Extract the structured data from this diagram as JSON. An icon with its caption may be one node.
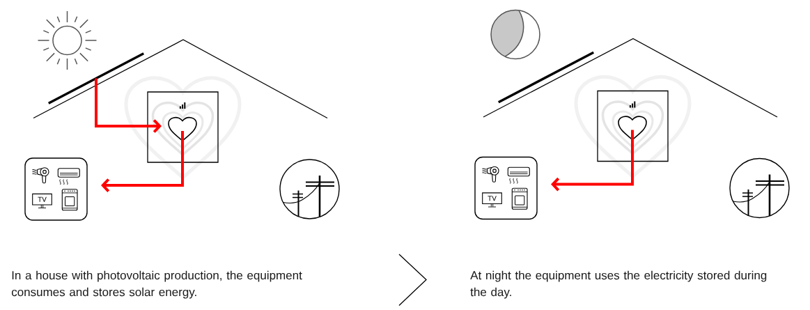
{
  "diagram": {
    "nodes": [
      {
        "text": [],
        "shape": "bar"
      },
      {
        "text": [],
        "shape": "box"
      },
      {
        "text": [
          "TV"
        ]
      },
      {
        "text": [],
        "shape": "circle"
      },
      {
        "text": [],
        "shape": "bar"
      },
      {
        "text": [],
        "shape": "box"
      },
      {
        "text": [
          "TV"
        ]
      },
      {
        "text": [],
        "shape": "circle"
      }
    ],
    "edges": [
      {
        "from": 0,
        "to": 1,
        "arrow": "to"
      },
      {
        "from": 1,
        "to": 2,
        "arrow": "to"
      },
      {
        "from": 5,
        "to": 6,
        "arrow": "to"
      }
    ],
    "labels": [
      "In a house with photovoltaic production, the equipment consumes and stores solar energy.",
      "At night the equipment uses the electricity stored during the day."
    ]
  }
}
